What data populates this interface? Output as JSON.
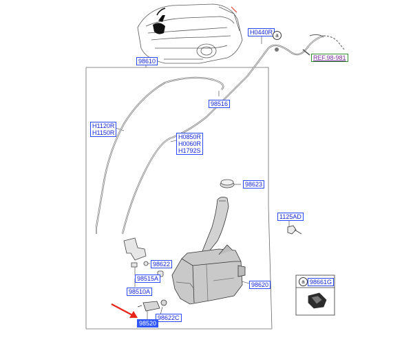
{
  "labels": {
    "l_98610": "98610",
    "l_h0440r": "H0440R",
    "l_ref": "REF.98-981",
    "l_98516": "98516",
    "l_h1120r": "H1120R",
    "l_h1150r": "H1150R",
    "l_h0850r": "H0850R",
    "l_h0060r": "H0060R",
    "l_h1792s": "H1792S",
    "l_98623": "98623",
    "l_1125ad": "1125AD",
    "l_98622_top": "98622",
    "l_98515a": "98515A",
    "l_98510a": "98510A",
    "l_98620": "98620",
    "l_98661g": "98661G",
    "l_98622c": "98622C",
    "l_98520": "98520"
  },
  "callouts": {
    "a_top": "a",
    "a_legend": "a"
  },
  "colors": {
    "label_border": "#2a48ff",
    "label_text": "#1224d8",
    "highlight": "#2f56ff",
    "arrow": "#e8261c",
    "ref_border": "#2f8f2f",
    "ref_text": "#7a2a9c"
  }
}
